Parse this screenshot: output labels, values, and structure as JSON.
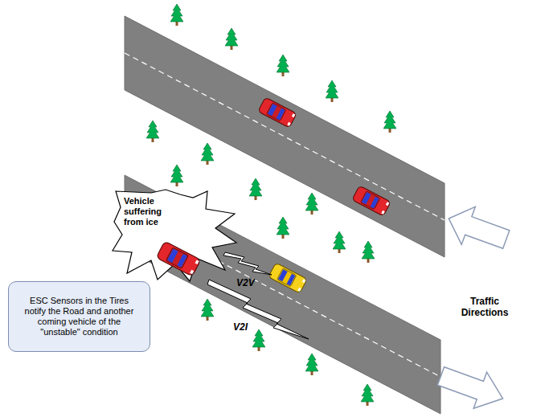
{
  "diagram": {
    "nodes": [
      {
        "text": [
          "Vehicle suffering from ice"
        ]
      },
      {
        "text": [
          "ESC Sensors in the Tires notify the Road and another coming vehicle of the \"unstable\" condition"
        ]
      }
    ],
    "labels": [
      "V2V",
      "V2I",
      "Traffic Directions"
    ]
  }
}
